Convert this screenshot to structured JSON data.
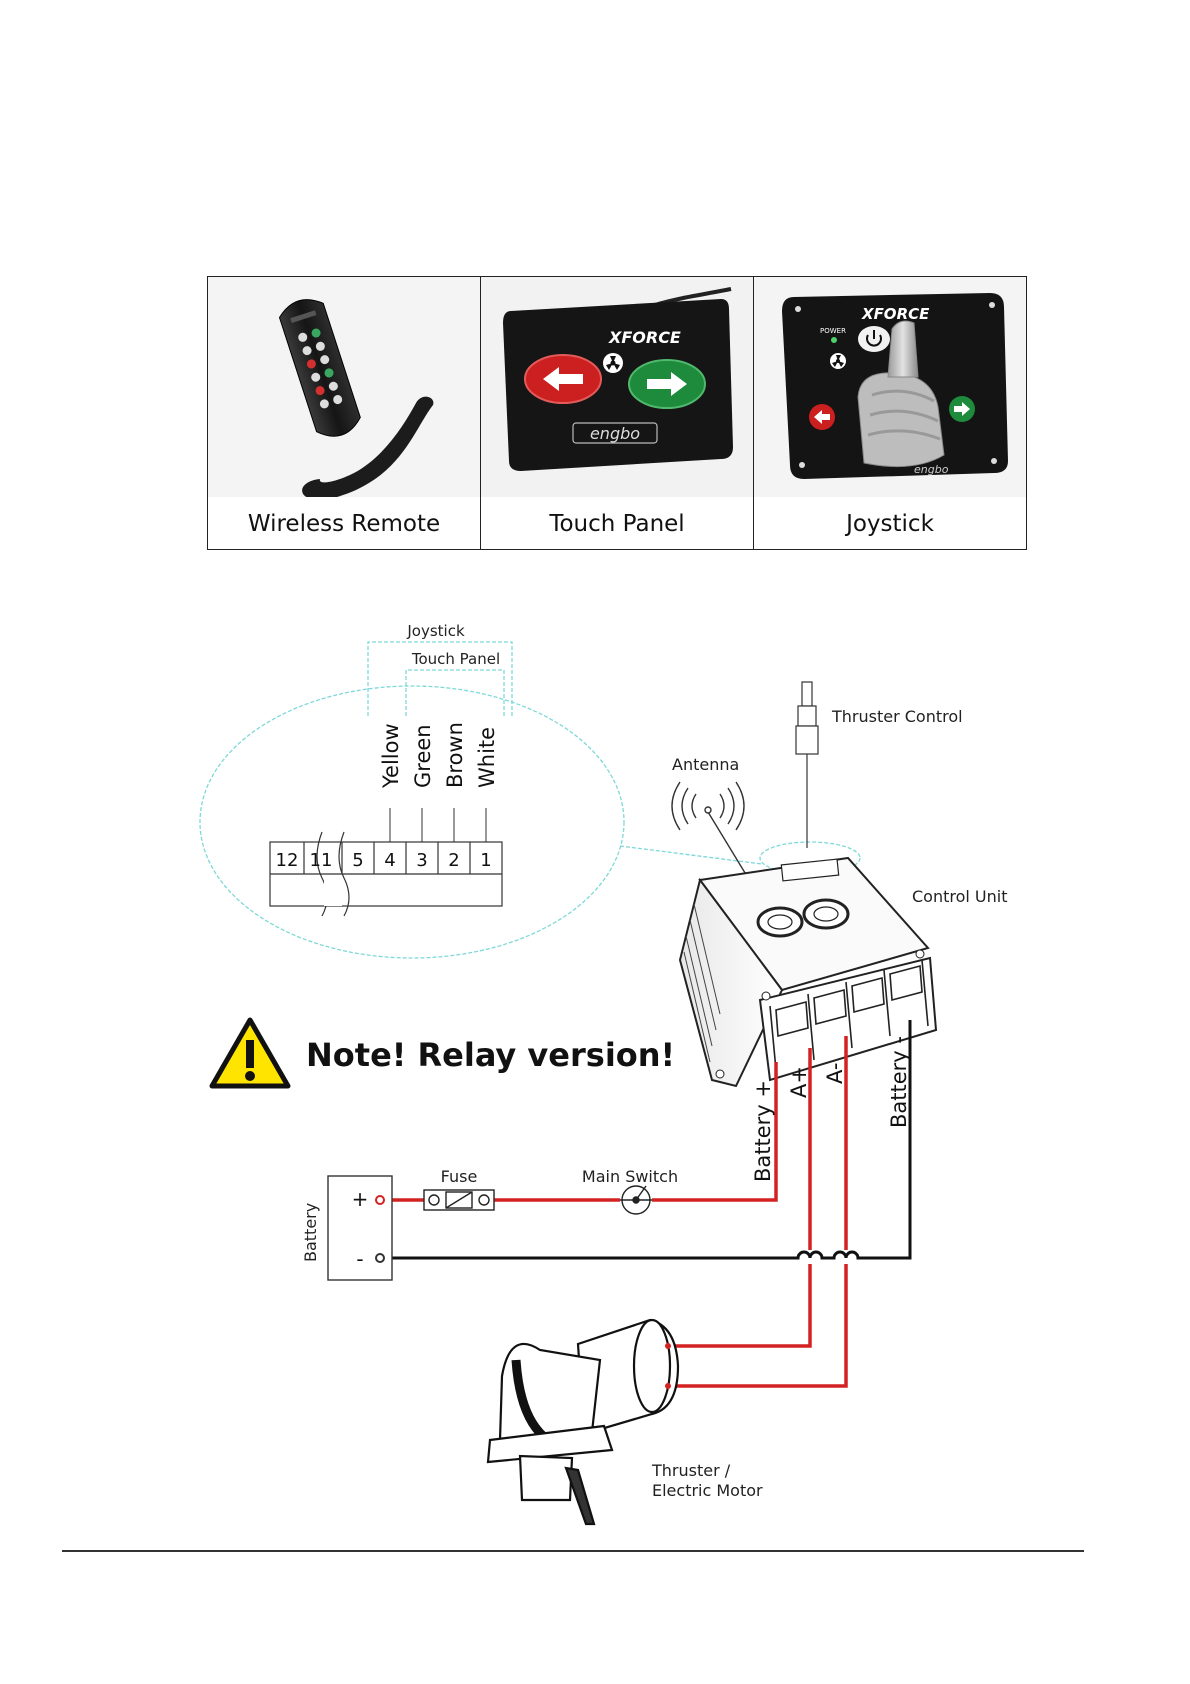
{
  "products": [
    {
      "id": "remote",
      "label": "Wireless Remote"
    },
    {
      "id": "touch",
      "label": "Touch Panel"
    },
    {
      "id": "joystick",
      "label": "Joystick"
    }
  ],
  "product_text": {
    "touch_brand": "XFORCE",
    "touch_logo": "engbo",
    "joy_brand": "XFORCE",
    "joy_power": "POWER",
    "joy_logo": "engbo"
  },
  "diagram": {
    "bracket_joystick": "Joystick",
    "bracket_touch_panel": "Touch Panel",
    "wire_colors": [
      "Yellow",
      "Green",
      "Brown",
      "White"
    ],
    "terminals": [
      "12",
      "11",
      "5",
      "4",
      "3",
      "2",
      "1"
    ],
    "thruster_control": "Thruster Control",
    "antenna": "Antenna",
    "control_unit": "Control Unit",
    "note": "Note! Relay version!",
    "battery_plus": "Battery +",
    "a_plus": "A+",
    "a_minus": "A-",
    "battery_minus": "Battery -",
    "fuse": "Fuse",
    "main_switch": "Main Switch",
    "battery": "Battery",
    "battery_pos_sign": "+",
    "battery_neg_sign": "-",
    "motor_line1": "Thruster /",
    "motor_line2": "Electric Motor"
  },
  "colors": {
    "wire_red": "#d42222",
    "wire_black": "#111111",
    "callout_cyan": "#7fd8d8",
    "warning_yellow": "#ffe400",
    "touch_left_red": "#cc1f1f",
    "touch_right_green": "#1e8a3c"
  },
  "icons": [
    "warning-triangle-icon",
    "antenna-signal-icon",
    "fan-icon",
    "power-icon",
    "arrow-left-icon",
    "arrow-right-icon"
  ]
}
